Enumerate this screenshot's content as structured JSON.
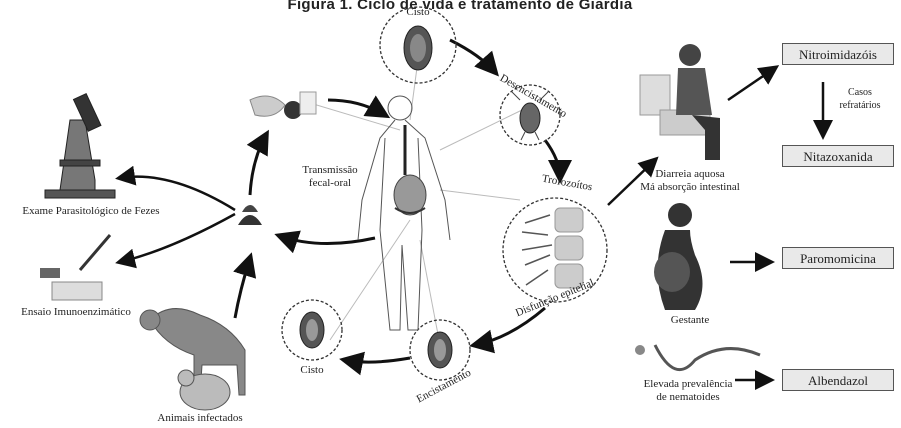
{
  "title": "Figura 1. Ciclo de vida e tratamento de Giardia",
  "cycle": {
    "cisto_top": "Cisto",
    "desencistamento": "Desencistamento",
    "trofozoitos": "Trofozoítos",
    "disfuncao": "Disfunção epitelial",
    "encistamento": "Encistamento",
    "cisto_bottom": "Cisto",
    "transmissao_line1": "Transmissão",
    "transmissao_line2": "fecal-oral"
  },
  "diagnosis": {
    "epf": "Exame Parasitológico de Fezes",
    "elisa": "Ensaio Imunoenzimático",
    "animais": "Animais infectados"
  },
  "clinical": {
    "diarreia_line1": "Diarreia aquosa",
    "diarreia_line2": "Má absorção intestinal",
    "gestante": "Gestante",
    "nema_line1": "Elevada prevalência",
    "nema_line2": "de nematoides",
    "casos_line1": "Casos",
    "casos_line2": "refratários"
  },
  "treatment": {
    "nitroimidazois": "Nitroimidazóis",
    "nitazoxanida": "Nitazoxanida",
    "paromomicina": "Paromomicina",
    "albendazol": "Albendazol"
  }
}
